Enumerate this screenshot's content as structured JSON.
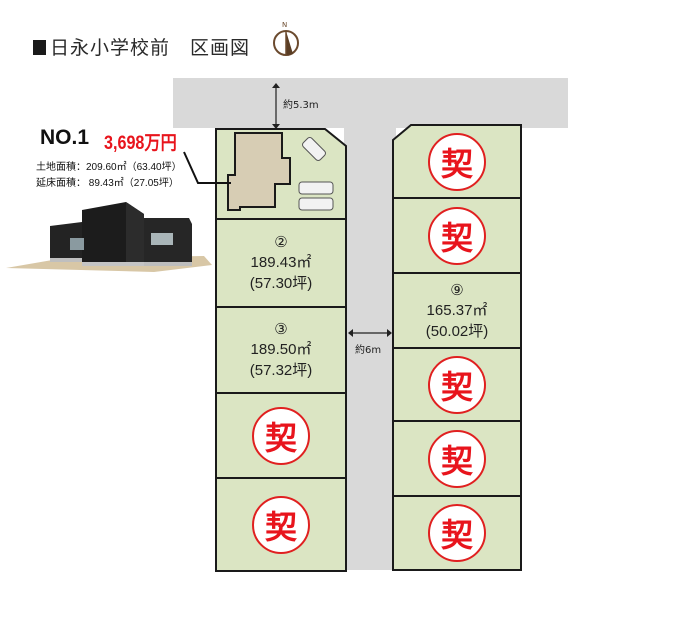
{
  "header": {
    "title": "日永小学校前　区画図",
    "compass_label": "N"
  },
  "featured_lot": {
    "number": "NO.1",
    "price": "3,698万円",
    "land_area": "土地面積：209.60㎡（63.40坪）",
    "floor_area": "延床面積：  89.43㎡（27.05坪）",
    "house_image": "black-one-story-house-rendering"
  },
  "roads": {
    "top_width": "約5.3m",
    "center_width": "約6m"
  },
  "lots": {
    "left": [
      {
        "id": "1",
        "status": "model-house"
      },
      {
        "id": "2",
        "num": "②",
        "area_m2": "189.43㎡",
        "area_tsubo": "(57.30坪)",
        "status": "available"
      },
      {
        "id": "3",
        "num": "③",
        "area_m2": "189.50㎡",
        "area_tsubo": "(57.32坪)",
        "status": "available"
      },
      {
        "id": "4",
        "stamp": "契",
        "status": "contracted"
      },
      {
        "id": "5",
        "stamp": "契",
        "status": "contracted"
      }
    ],
    "right": [
      {
        "id": "r1",
        "stamp": "契",
        "status": "contracted"
      },
      {
        "id": "r2",
        "stamp": "契",
        "status": "contracted"
      },
      {
        "id": "9",
        "num": "⑨",
        "area_m2": "165.37㎡",
        "area_tsubo": "(50.02坪)",
        "status": "available"
      },
      {
        "id": "r4",
        "stamp": "契",
        "status": "contracted"
      },
      {
        "id": "r5",
        "stamp": "契",
        "status": "contracted"
      },
      {
        "id": "r6",
        "stamp": "契",
        "status": "contracted"
      }
    ]
  },
  "colors": {
    "lot_fill": "#dbe5c3",
    "road": "#d9d9d9",
    "stamp_red": "#e8141c",
    "price_red": "#e8141c",
    "building": "#d7cdb4",
    "compass_brown": "#6b4a2e"
  }
}
